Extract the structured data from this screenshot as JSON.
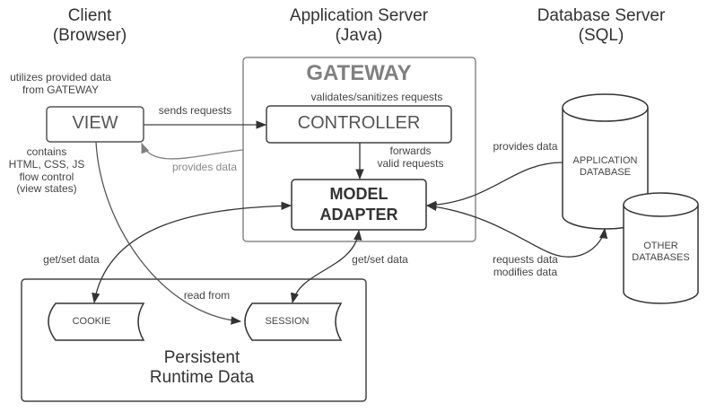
{
  "columns": {
    "client": {
      "title_line1": "Client",
      "title_line2": "(Browser)"
    },
    "app_server": {
      "title_line1": "Application Server",
      "title_line2": "(Java)"
    },
    "db_server": {
      "title_line1": "Database Server",
      "title_line2": "(SQL)"
    }
  },
  "nodes": {
    "view": {
      "label": "VIEW"
    },
    "gateway": {
      "label": "GATEWAY"
    },
    "controller": {
      "label": "CONTROLLER"
    },
    "model_adapter": {
      "label_line1": "MODEL",
      "label_line2": "ADAPTER"
    },
    "app_db": {
      "label_line1": "APPLICATION",
      "label_line2": "DATABASE"
    },
    "other_db": {
      "label_line1": "OTHER",
      "label_line2": "DATABASES"
    },
    "persistent": {
      "label_line1": "Persistent",
      "label_line2": "Runtime Data"
    },
    "cookie": {
      "label": "COOKIE"
    },
    "session": {
      "label": "SESSION"
    }
  },
  "annotations": {
    "view_utilizes": {
      "line1": "utilizes provided data",
      "line2": "from GATEWAY"
    },
    "view_contains": {
      "line1": "contains",
      "line2": "HTML, CSS, JS",
      "line3": "flow control",
      "line4": "(view states)"
    },
    "controller_validates": "validates/sanitizes requests"
  },
  "edges": {
    "sends_requests": "sends requests",
    "provides_data_view": "provides data",
    "forwards": {
      "line1": "forwards",
      "line2": "valid requests"
    },
    "provides_data_db": "provides data",
    "requests_data": {
      "line1": "requests data",
      "line2": "modifies data"
    },
    "get_set_cookie": "get/set data",
    "get_set_session": "get/set data",
    "read_from": "read from"
  },
  "colors": {
    "line": "#333333",
    "gray_line": "#808080",
    "box_border": "#555555",
    "gateway_border": "#888888"
  }
}
